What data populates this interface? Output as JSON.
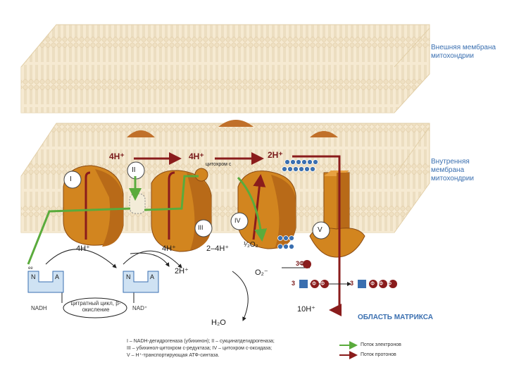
{
  "labels": {
    "outer_membrane": "Внешняя мембрана митохондрии",
    "inner_membrane": "Внутренняя мембрана митохондрии",
    "matrix": "ОБЛАСТЬ МАТРИКСА",
    "cytochrome_c": "цитохром с",
    "complex_I": "I",
    "complex_II": "II",
    "complex_III": "III",
    "complex_IV": "IV",
    "complex_V": "V",
    "h_top_1": "4H⁺",
    "h_top_2": "4H⁺",
    "h_top_3": "2H⁺",
    "h_bottom_1": "4H⁺",
    "h_bottom_2": "4H⁺",
    "h_bottom_3": "2–4H⁺",
    "h_mid": "2H⁺",
    "h_matrix": "10H⁺",
    "o2": "¹⁄₂O₂",
    "o2_minus": "O₂⁻",
    "h2o": "H₂O",
    "nadh": "NADH",
    "nad": "NAD⁺",
    "krebs": "цитратный цикл, β-окисление",
    "n_left": "N",
    "a_left": "A",
    "n_right": "N",
    "a_right": "A",
    "small_e": "ее",
    "phi3": "3Ф",
    "atp_a": "3",
    "phi_a": "ФФ",
    "atp_b": "3",
    "phi_b": "ФФФ"
  },
  "legend": {
    "line1": "I – NADH-дегидрогеназа (убихинон); II – сукцинатдегидрогеназа;",
    "line2": "III – убихинол-цитохром с-редуктаза; IV – цитохром с-оксидаза;",
    "line3": "V – H⁺-транспортирующая АТФ-синтаза.",
    "electron_flow": "Поток электронов",
    "proton_flow": "Поток протонов"
  },
  "colors": {
    "electron": "#5aab3c",
    "proton": "#8a1c1c",
    "protein": "#d2851f",
    "membrane": "#f3e3c6",
    "label_blue": "#3a6fb0"
  }
}
